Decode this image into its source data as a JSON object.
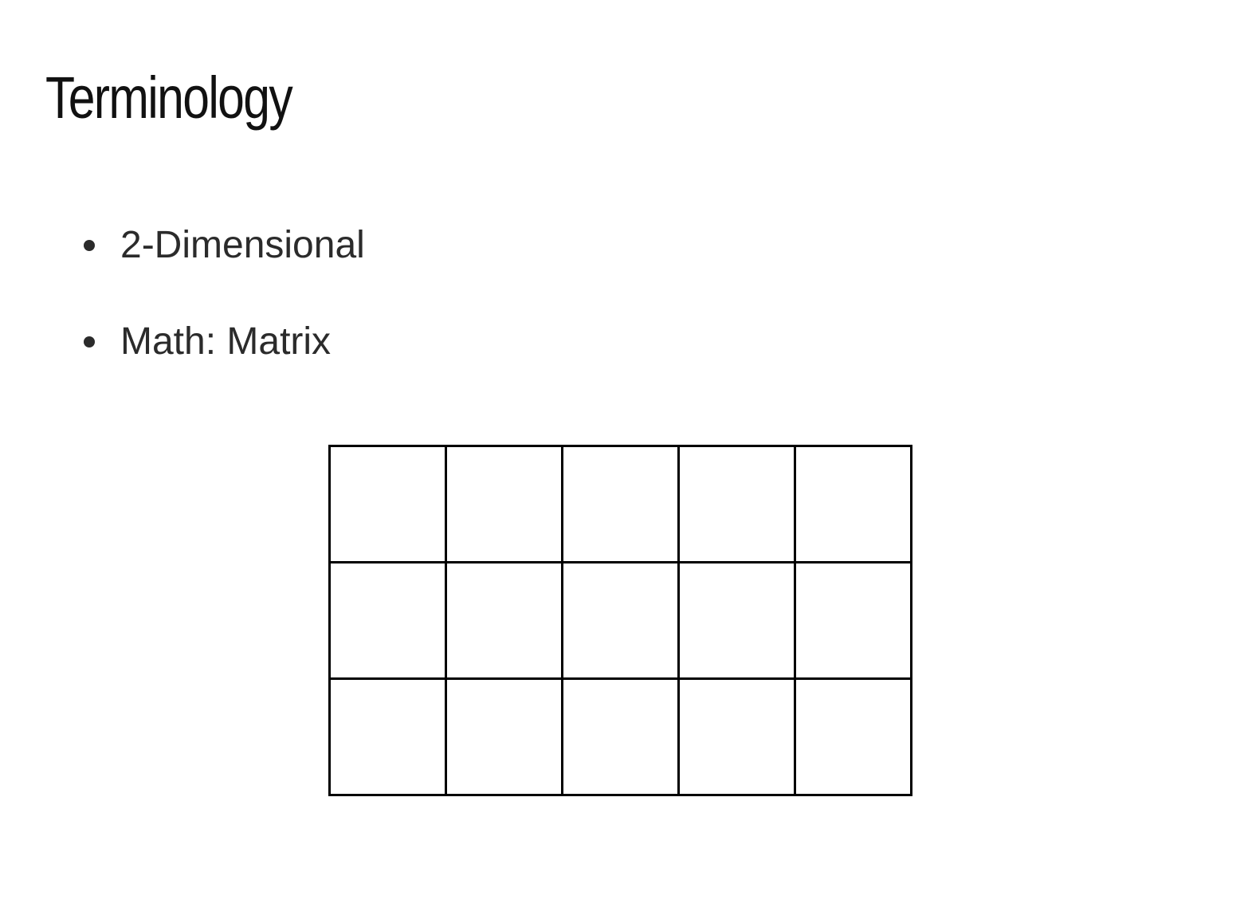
{
  "slide": {
    "title": "Terminology",
    "bullets": [
      {
        "text": "2-Dimensional"
      },
      {
        "text": "Math: Matrix"
      }
    ],
    "matrix": {
      "rows": 3,
      "columns": 5,
      "border_color": "#000000"
    }
  }
}
